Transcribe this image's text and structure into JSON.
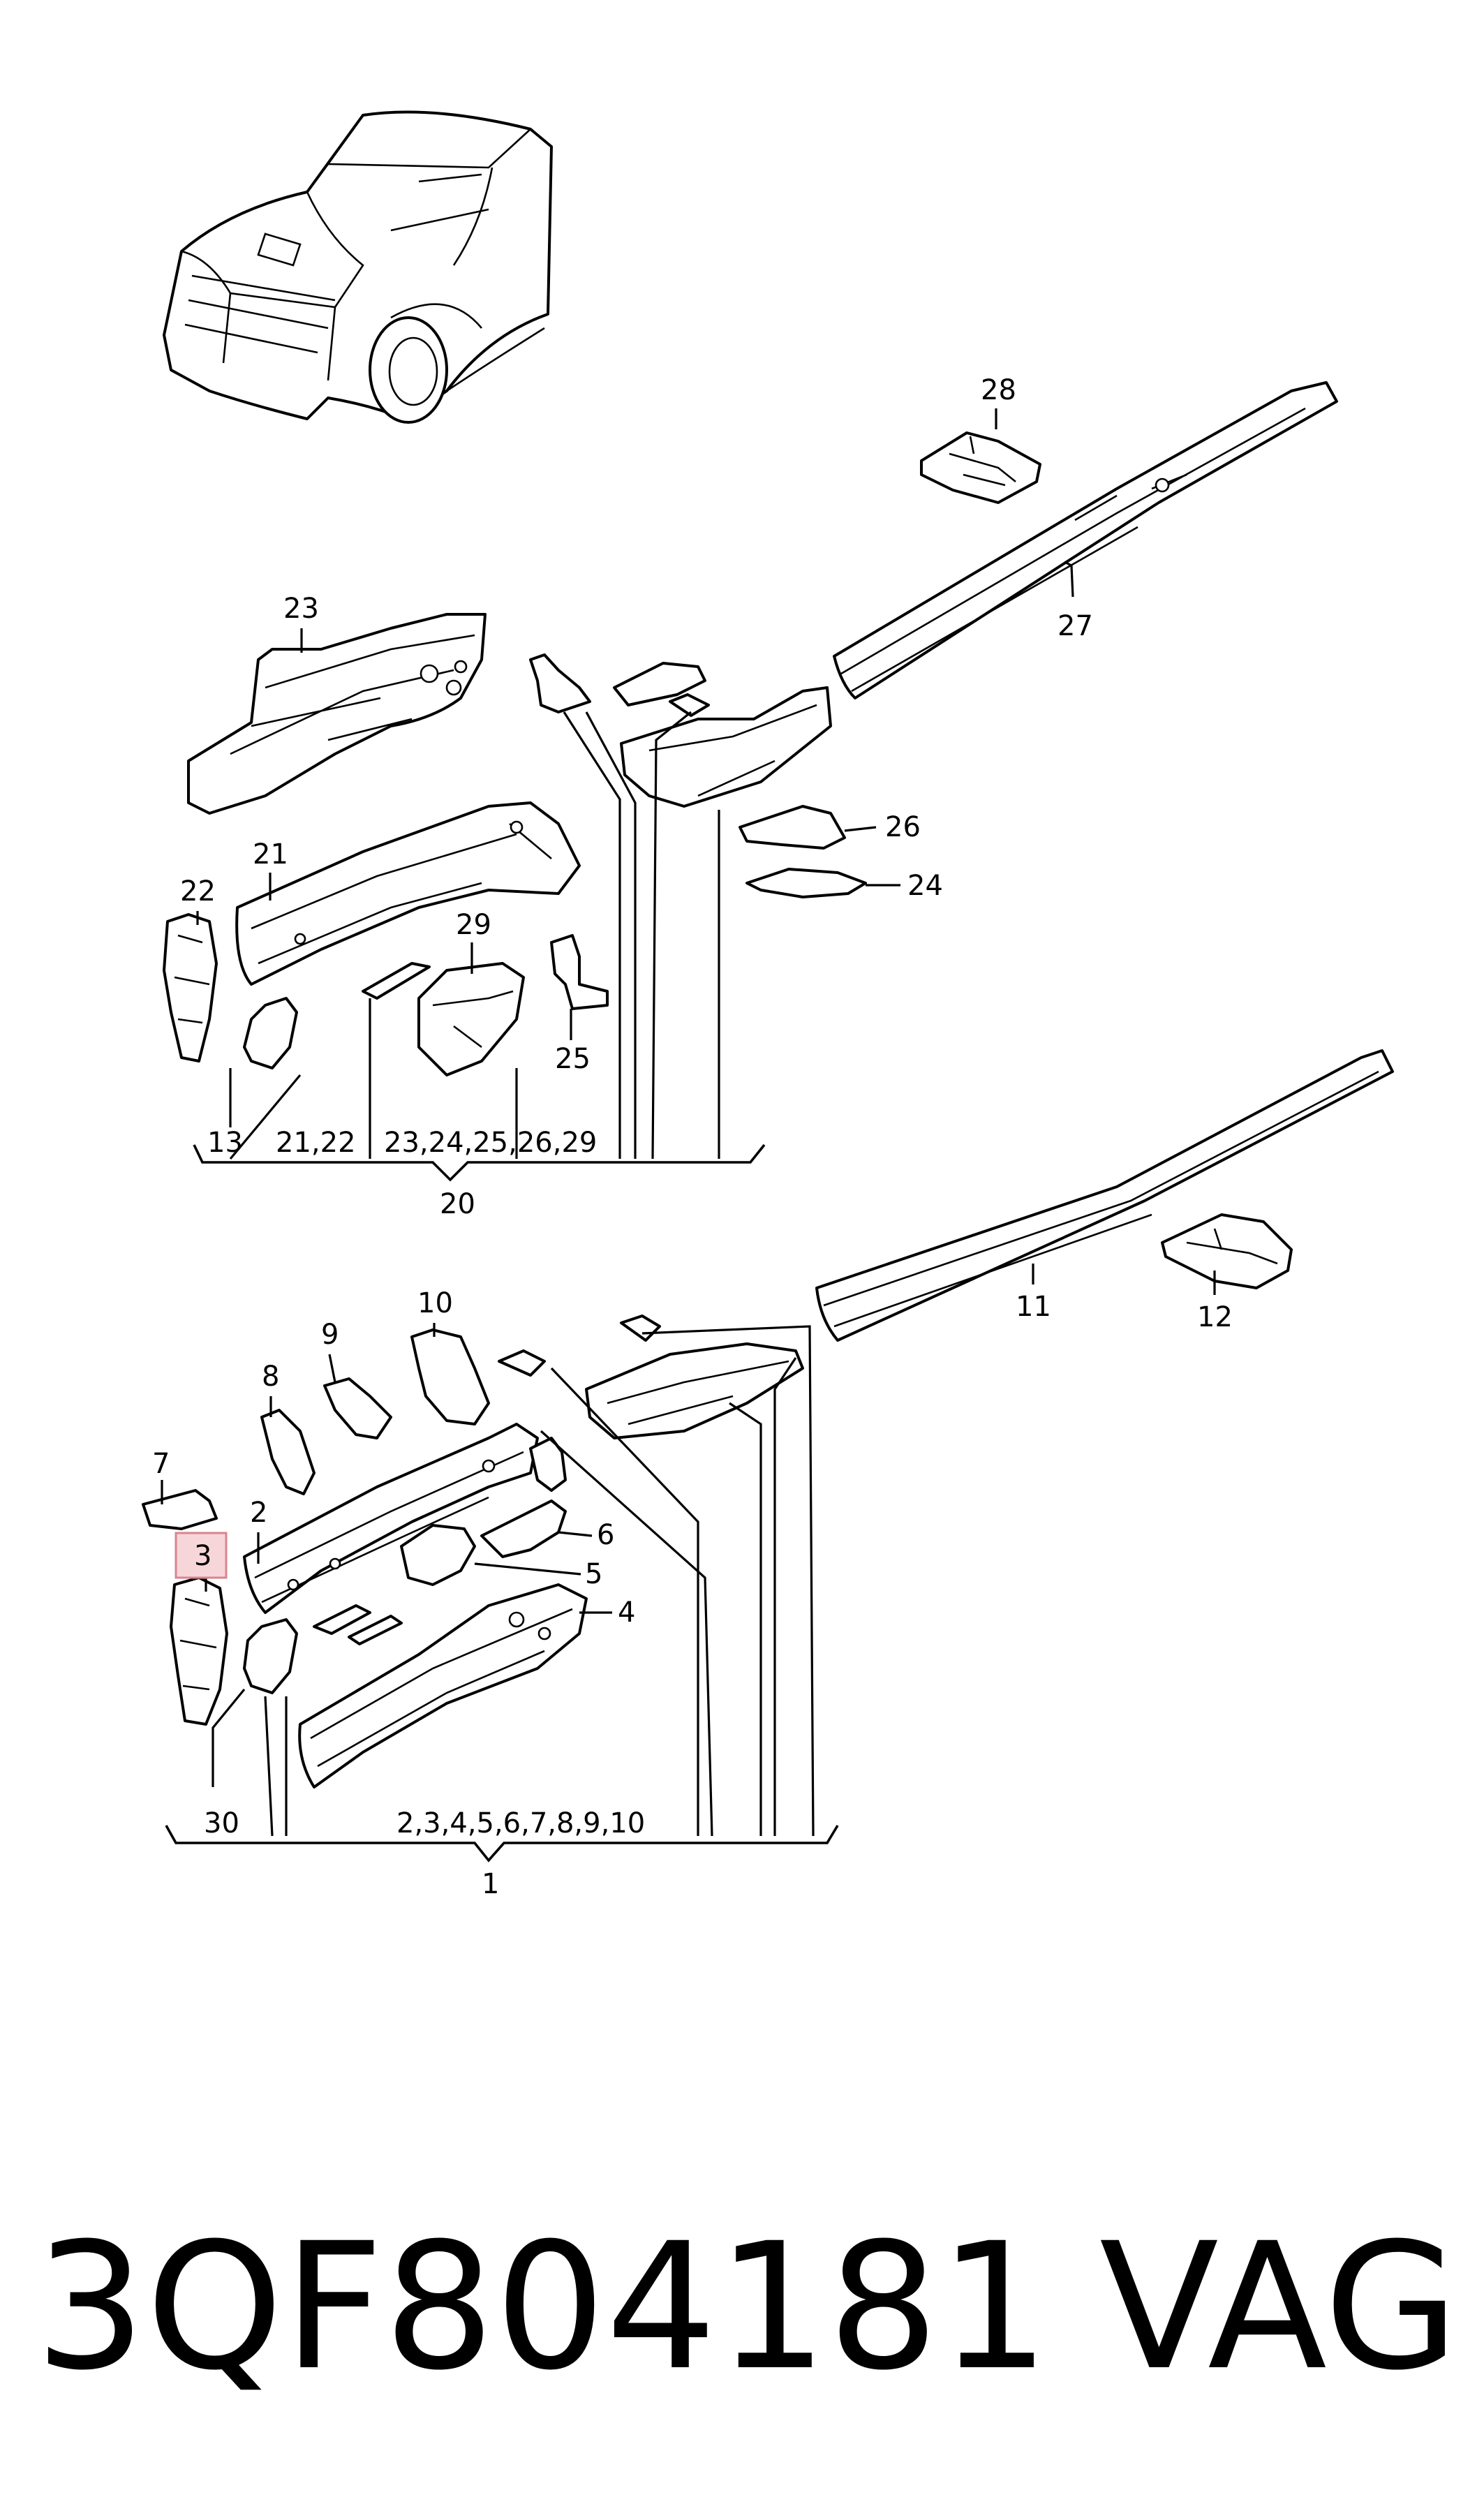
{
  "diagram": {
    "callouts": {
      "c28": "28",
      "c27": "27",
      "c23": "23",
      "c21": "21",
      "c22": "22",
      "c26": "26",
      "c24": "24",
      "c29": "29",
      "c25": "25",
      "c13": "13",
      "c10": "10",
      "c9": "9",
      "c8": "8",
      "c7": "7",
      "c2": "2",
      "c3": "3",
      "c6": "6",
      "c5": "5",
      "c4": "4",
      "c11": "11",
      "c12": "12",
      "c30": "30"
    },
    "group_upper": {
      "labels": {
        "a": "13",
        "b": "21,22",
        "c": "23,24,25,26,29"
      },
      "total": "20"
    },
    "group_lower": {
      "labels": {
        "a": "30",
        "b": "2,3,4,5,6,7,8,9,10"
      },
      "total": "1"
    },
    "highlight": {
      "callout": "3",
      "color": "#f7d6da",
      "border": "#d9848f"
    }
  },
  "footer": {
    "part_number": "3QF804181",
    "brand": "VAG"
  }
}
